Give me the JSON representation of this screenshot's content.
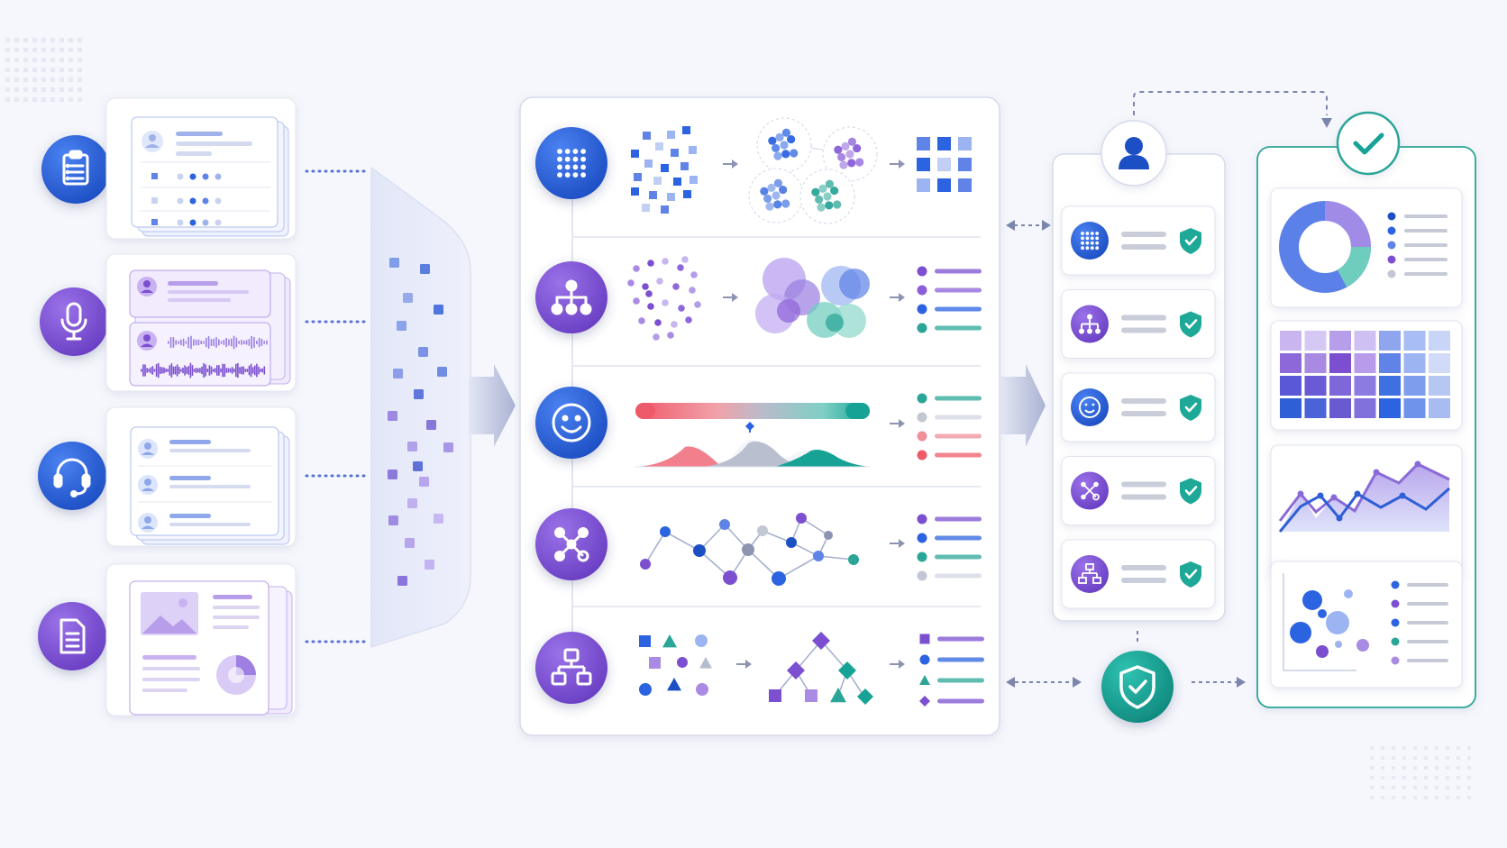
{
  "colors": {
    "blue": "#2b63e0",
    "blue_dark": "#1d4fc4",
    "purple": "#7b4fd0",
    "purple_light": "#a98be4",
    "teal": "#16a396",
    "red": "#ef5a6a",
    "gray": "#c3c7d3",
    "line": "#c7cce0",
    "panel_border": "#d7dbea"
  },
  "sources": [
    {
      "kind": "form",
      "icon": "clipboard-icon",
      "color": "#2b63e0"
    },
    {
      "kind": "audio",
      "icon": "microphone-icon",
      "color": "#7b4fd0"
    },
    {
      "kind": "support",
      "icon": "headset-icon",
      "color": "#2b63e0"
    },
    {
      "kind": "document",
      "icon": "document-icon",
      "color": "#7b4fd0"
    }
  ],
  "stages": [
    {
      "name": "grid-clustering",
      "icon": "grid-dots-icon",
      "color": "#2b63e0"
    },
    {
      "name": "hierarchy-clustering",
      "icon": "hierarchy-icon",
      "color": "#7b4fd0"
    },
    {
      "name": "sentiment",
      "icon": "smiley-icon",
      "color": "#2b63e0"
    },
    {
      "name": "network",
      "icon": "network-icon",
      "color": "#7b4fd0"
    },
    {
      "name": "tree",
      "icon": "flowchart-icon",
      "color": "#7b4fd0"
    }
  ],
  "review_items": [
    {
      "icon": "grid-dots-icon",
      "color": "#2b63e0"
    },
    {
      "icon": "hierarchy-icon",
      "color": "#7b4fd0"
    },
    {
      "icon": "smiley-icon",
      "color": "#2b63e0"
    },
    {
      "icon": "network-icon",
      "color": "#7b4fd0"
    },
    {
      "icon": "flowchart-icon",
      "color": "#7b4fd0"
    }
  ],
  "reviewer_icon": "user-icon",
  "approval_icon": "shield-check-icon",
  "output_icon": "checkmark-icon",
  "outputs": [
    "donut-chart",
    "heatmap",
    "line-chart",
    "scatter-plot"
  ]
}
